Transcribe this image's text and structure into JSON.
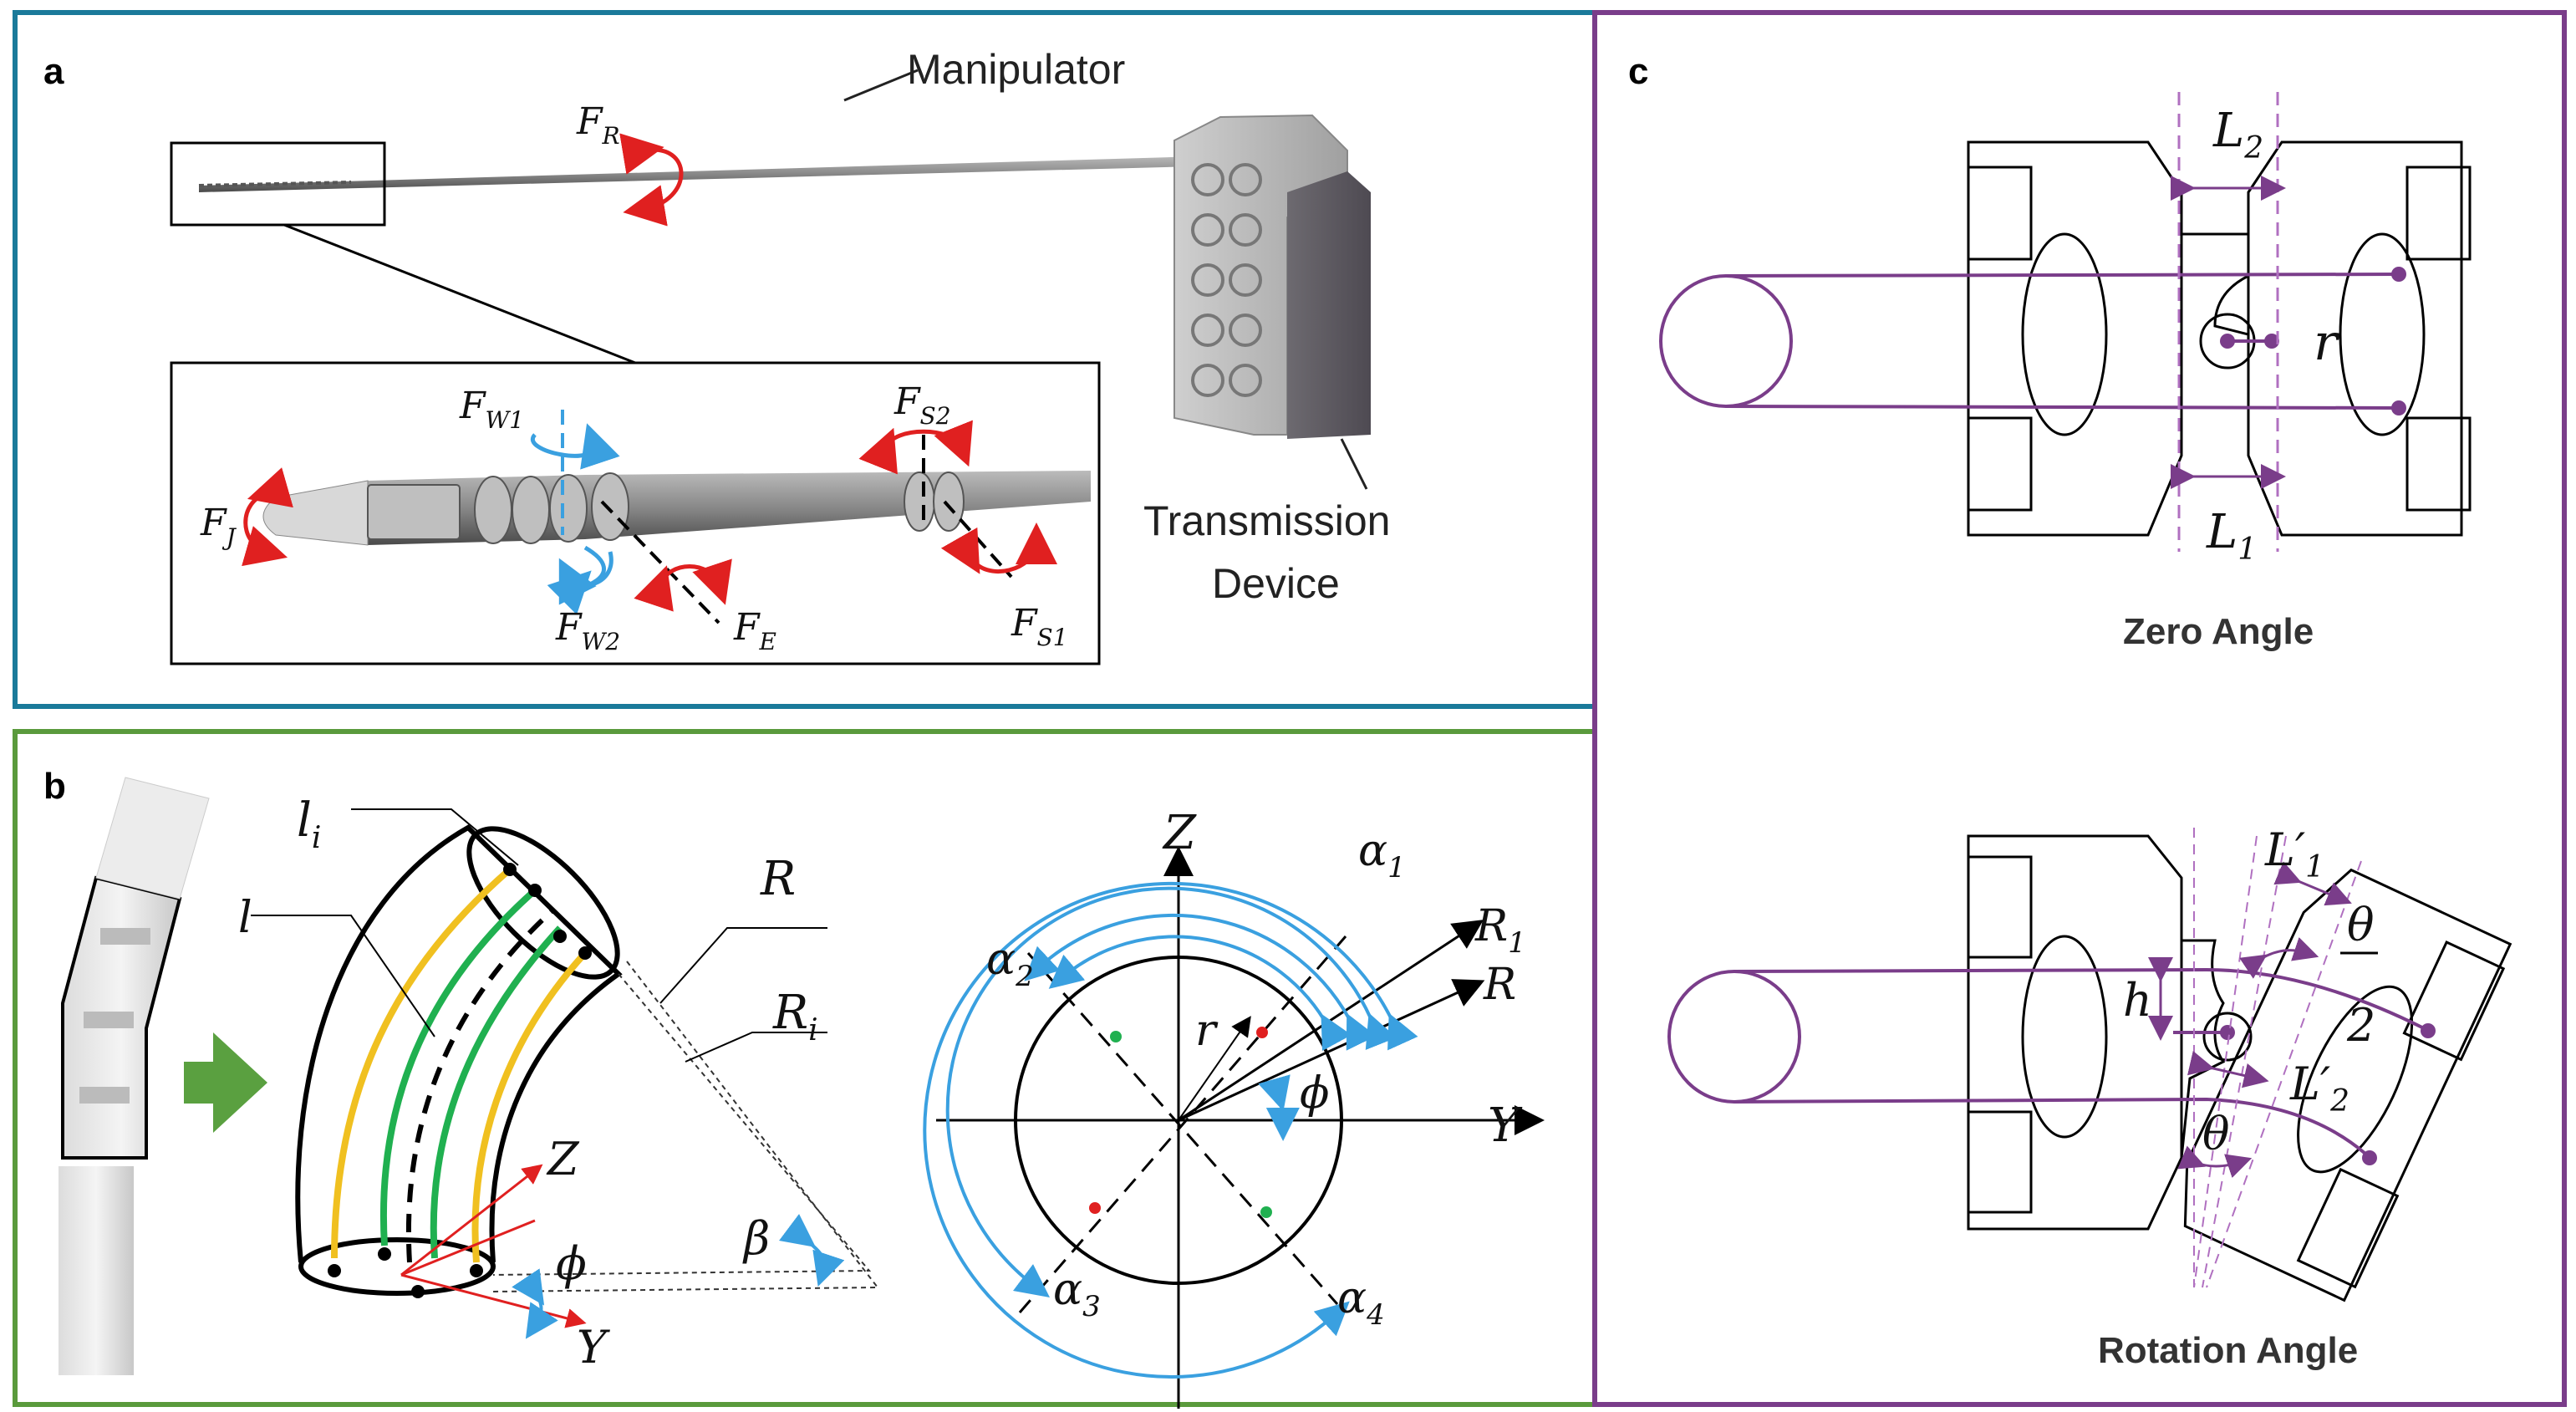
{
  "panels": {
    "a": {
      "letter": "a",
      "manipulator_label": "Manipulator",
      "transmission_label_line1": "Transmission",
      "transmission_label_line2": "Device",
      "forces": {
        "FR": {
          "main": "F",
          "sub": "R"
        },
        "FW1": {
          "main": "F",
          "sub": "W1"
        },
        "FS2": {
          "main": "F",
          "sub": "S2"
        },
        "FJ": {
          "main": "F",
          "sub": "J"
        },
        "FW2": {
          "main": "F",
          "sub": "W2"
        },
        "FE": {
          "main": "F",
          "sub": "E"
        },
        "FS1": {
          "main": "F",
          "sub": "S1"
        }
      },
      "colors": {
        "border": "#1a7a9a",
        "red_arrow": "#e02020",
        "blue_arrow": "#3aa0e0"
      }
    },
    "b": {
      "letter": "b",
      "labels": {
        "li": {
          "main": "l",
          "sub": "i"
        },
        "l": "l",
        "R": "R",
        "Ri": {
          "main": "R",
          "sub": "i"
        },
        "Z": "Z",
        "Y": "Y",
        "phi": "ϕ",
        "beta": "β"
      },
      "cross_section": {
        "Z": "Z",
        "Y": "Y",
        "r": "r",
        "phi": "ϕ",
        "R1": {
          "main": "R",
          "sub": "1"
        },
        "R": "R",
        "alpha1": {
          "main": "α",
          "sub": "1"
        },
        "alpha2": {
          "main": "α",
          "sub": "2"
        },
        "alpha3": {
          "main": "α",
          "sub": "3"
        },
        "alpha4": {
          "main": "α",
          "sub": "4"
        }
      },
      "colors": {
        "border": "#5a9a3c",
        "yellow": "#f0c020",
        "green": "#20b050",
        "arrow_green": "#5aa040",
        "blue": "#3aa0e0",
        "red": "#e02020"
      }
    },
    "c": {
      "letter": "c",
      "zero": {
        "caption": "Zero Angle",
        "L2": {
          "main": "L",
          "sub": "2"
        },
        "L1": {
          "main": "L",
          "sub": "1"
        },
        "r": "r"
      },
      "rotation": {
        "caption": "Rotation Angle",
        "L1p": {
          "main": "L",
          "sub": "1",
          "prime": "′"
        },
        "L2p": {
          "main": "L",
          "sub": "2",
          "prime": "′"
        },
        "theta_over_2_num": "θ",
        "theta_over_2_den": "2",
        "h": "h",
        "theta": "θ"
      },
      "colors": {
        "border": "#7a3d8a",
        "purple": "#7a3d8a",
        "dash": "#b070c0"
      }
    }
  }
}
